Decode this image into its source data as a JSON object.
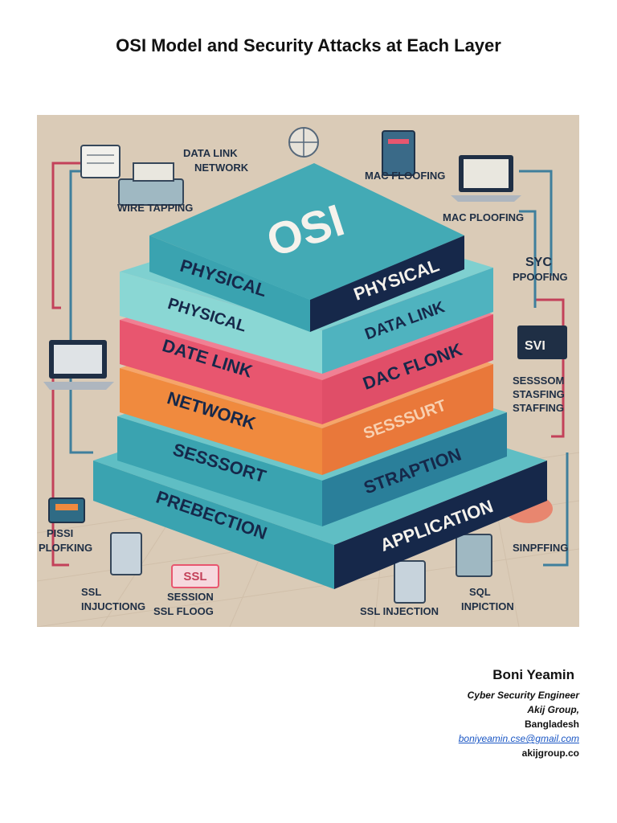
{
  "document": {
    "title": "OSI Model and Security Attacks at Each Layer"
  },
  "illustration": {
    "top_label": "OSI",
    "layer_labels_left": [
      "PHYSICAL",
      "PHYSICAL",
      "DATE LINK",
      "NETWORK",
      "SESSSORT",
      "PREBECTION"
    ],
    "layer_labels_right": [
      "PHYSICAL",
      "DATA LINK",
      "DAC FLONK",
      "SESSSURT",
      "STRAPTION",
      "APPLICATION"
    ],
    "callouts": {
      "data_link_network_1": "DATA LINK",
      "data_link_network_2": "NETWORK",
      "mac_flooding_1": "MAC FLOOFING",
      "mac_flooding_2": "MAC PLOOFING",
      "wire_tapping": "WIRE TAPPING",
      "syc_spoofing_1": "SYC",
      "syc_spoofing_2": "PPOOFING",
      "svi": "SVI",
      "session_1": "SESSSOM",
      "session_2": "STASFING",
      "session_3": "STAFFING",
      "pissi_1": "PISSI",
      "pissi_2": "PLOFKING",
      "ssl_box": "SSL",
      "ssl_injection_left_1": "SSL",
      "ssl_injection_left_2": "INJUCTIONG",
      "session_ssl_flood_1": "SESSION",
      "session_ssl_flood_2": "SSL FLOOG",
      "ssl_injection_right": "SSL INJECTION",
      "sql_injection_1": "SQL",
      "sql_injection_2": "INPICTION",
      "sniffing": "SINPFFING"
    },
    "colors": {
      "background": "#d9cbb8",
      "teal": "#3aa3b0",
      "teal_light": "#6fc6c9",
      "navy": "#16284a",
      "pink": "#e8566f",
      "orange": "#f08a3e",
      "line_red": "#c3415a",
      "line_blue": "#3f7f9c"
    }
  },
  "author": {
    "name": "Boni Yeamin",
    "role": "Cyber Security Engineer",
    "company": "Akij Group,",
    "country": "Bangladesh",
    "email": "boniyeamin.cse@gmail.com",
    "website": "akijgroup.co"
  }
}
